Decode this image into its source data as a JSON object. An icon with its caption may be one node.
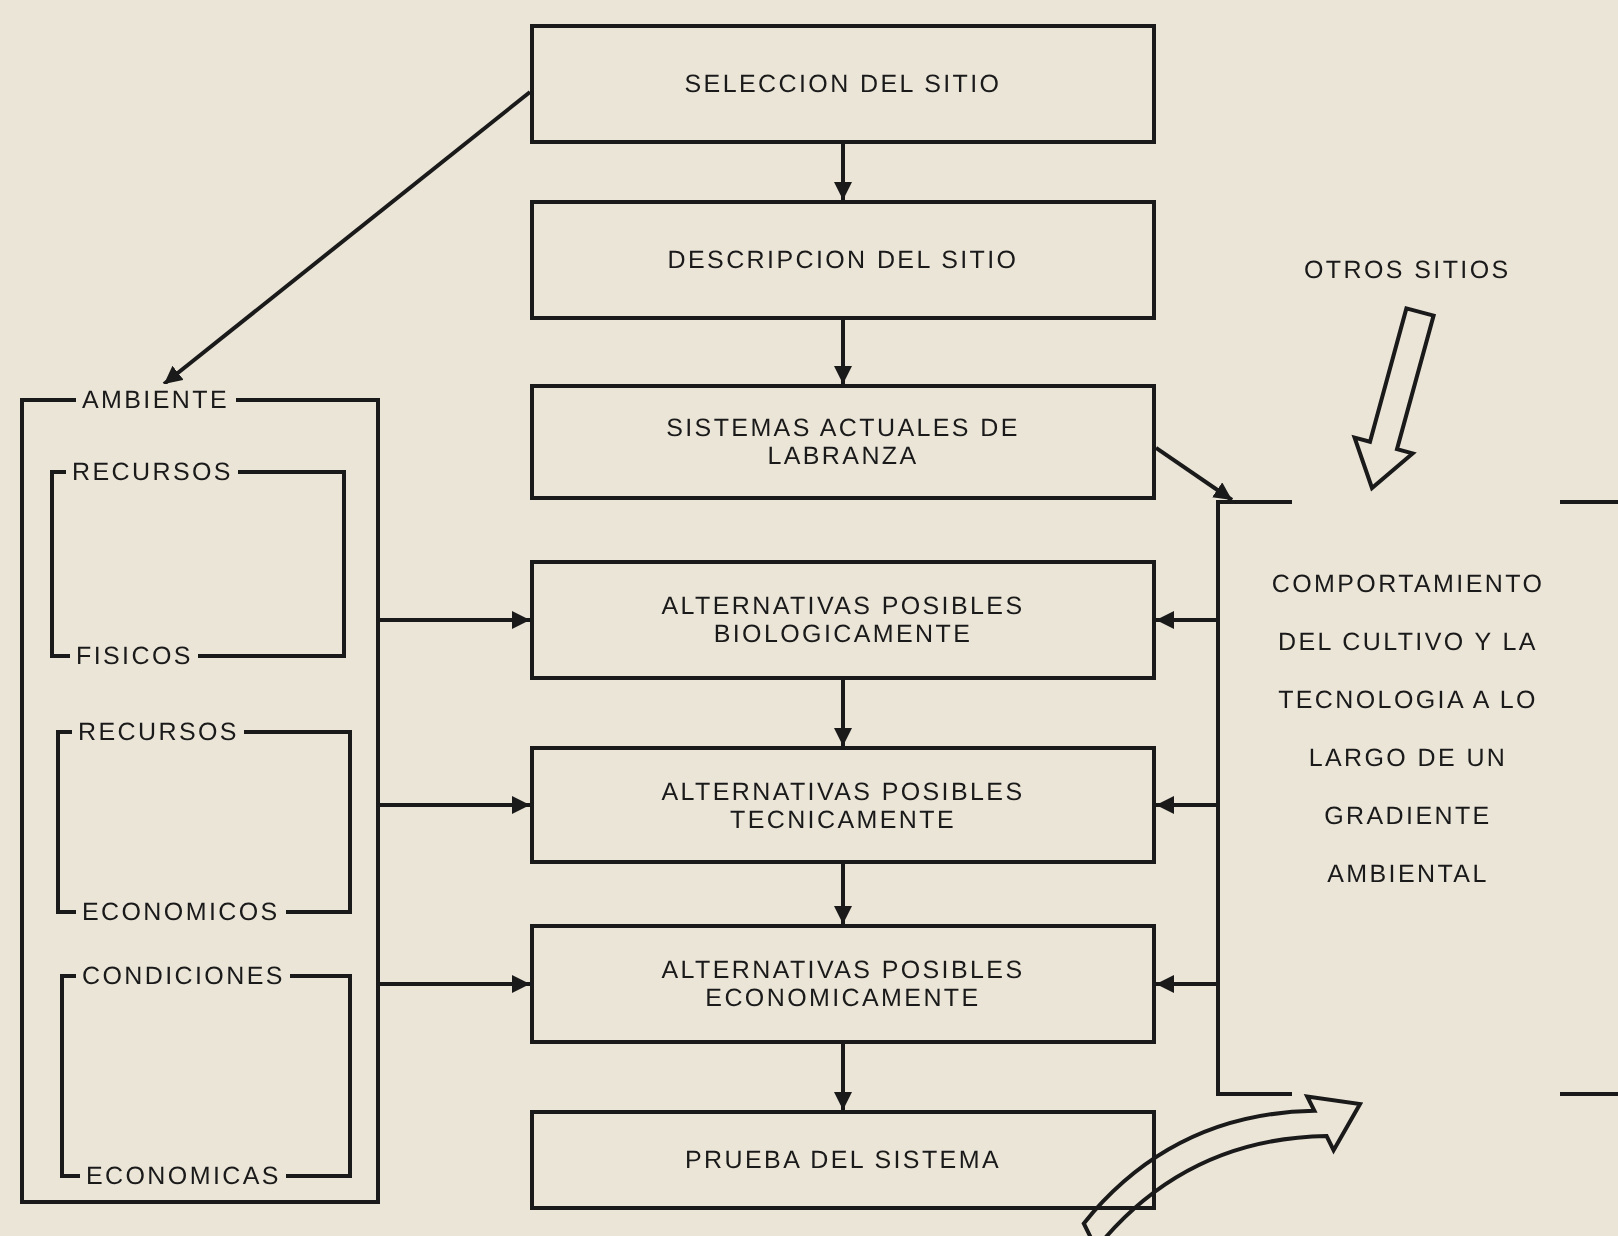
{
  "diagram": {
    "nodes": [
      {
        "text": [
          "SELECCION DEL SITIO"
        ]
      },
      {
        "text": [
          "DESCRIPCION DEL SITIO"
        ]
      },
      {
        "text": [
          "SISTEMAS ACTUALES DE LABRANZA"
        ]
      },
      {
        "text": [
          "ALTERNATIVAS POSIBLES BIOLOGICAMENTE"
        ]
      },
      {
        "text": [
          "ALTERNATIVAS POSIBLES TECNICAMENTE"
        ]
      },
      {
        "text": [
          "ALTERNATIVAS POSIBLES ECONOMICAMENTE"
        ]
      },
      {
        "text": [
          "PRUEBA DEL SISTEMA"
        ]
      },
      {
        "text": [
          "AMBIENTE"
        ]
      },
      {
        "text": [
          "RECURSOS",
          "FISICOS"
        ],
        "in": 7
      },
      {
        "text": [
          "RECURSOS",
          "ECONOMICOS"
        ],
        "in": 7
      },
      {
        "text": [
          "CONDICIONES",
          "ECONOMICAS"
        ],
        "in": 7
      },
      {
        "text": [
          "COMPORTAMIENTO DEL CULTIVO Y LA TECNOLOGIA A LO LARGO DE UN GRADIENTE AMBIENTAL"
        ]
      },
      {
        "text": [
          "OTROS SITIOS"
        ]
      }
    ],
    "edges": [
      {
        "from": 0,
        "to": 1,
        "arrow": "to"
      },
      {
        "from": 1,
        "to": 2,
        "arrow": "to"
      },
      {
        "from": 3,
        "to": 4,
        "arrow": "to"
      },
      {
        "from": 4,
        "to": 5,
        "arrow": "to"
      },
      {
        "from": 5,
        "to": 6,
        "arrow": "to"
      },
      {
        "from": 0,
        "to": 7,
        "arrow": "to"
      },
      {
        "from": 2,
        "to": 11,
        "arrow": "to"
      },
      {
        "from": 7,
        "to": 3,
        "arrow": "to"
      },
      {
        "from": 7,
        "to": 4,
        "arrow": "to"
      },
      {
        "from": 7,
        "to": 5,
        "arrow": "to"
      },
      {
        "from": 11,
        "to": 3,
        "arrow": "to"
      },
      {
        "from": 11,
        "to": 4,
        "arrow": "to"
      },
      {
        "from": 11,
        "to": 5,
        "arrow": "to"
      },
      {
        "from": 12,
        "to": 11,
        "arrow": "to",
        "style": "thick"
      },
      {
        "from": null,
        "to": 11,
        "arrow": "to",
        "style": "thick"
      }
    ]
  }
}
